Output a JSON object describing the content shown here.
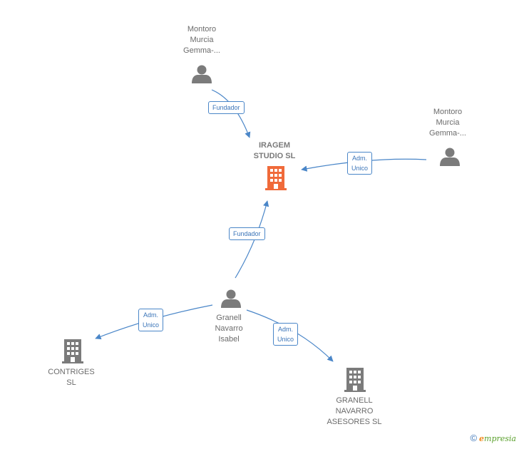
{
  "nodes": {
    "person_top": {
      "label": "Montoro\nMurcia\nGemma-..."
    },
    "person_right": {
      "label": "Montoro\nMurcia\nGemma-..."
    },
    "focus_company": {
      "label": "IRAGEM\nSTUDIO  SL"
    },
    "person_center": {
      "label": "Granell\nNavarro\nIsabel"
    },
    "company_left": {
      "label": "CONTRIGES\nSL"
    },
    "company_bottom": {
      "label": "GRANELL\nNAVARRO\nASESORES SL"
    }
  },
  "edges": {
    "top_to_focus": {
      "label": "Fundador"
    },
    "right_to_focus": {
      "label": "Adm.\nUnico"
    },
    "center_to_focus": {
      "label": "Fundador"
    },
    "center_to_left": {
      "label": "Adm.\nUnico"
    },
    "center_to_bottom": {
      "label": "Adm.\nUnico"
    }
  },
  "colors": {
    "edge": "#4a86c8",
    "person_icon": "#7b7b7b",
    "company_icon": "#7b7b7b",
    "focus_icon": "#f06a3a"
  },
  "icons": {
    "person": "person-icon",
    "company": "building-icon"
  },
  "brand": {
    "copyright": "©",
    "name_first": "e",
    "name_rest": "mpresia"
  }
}
